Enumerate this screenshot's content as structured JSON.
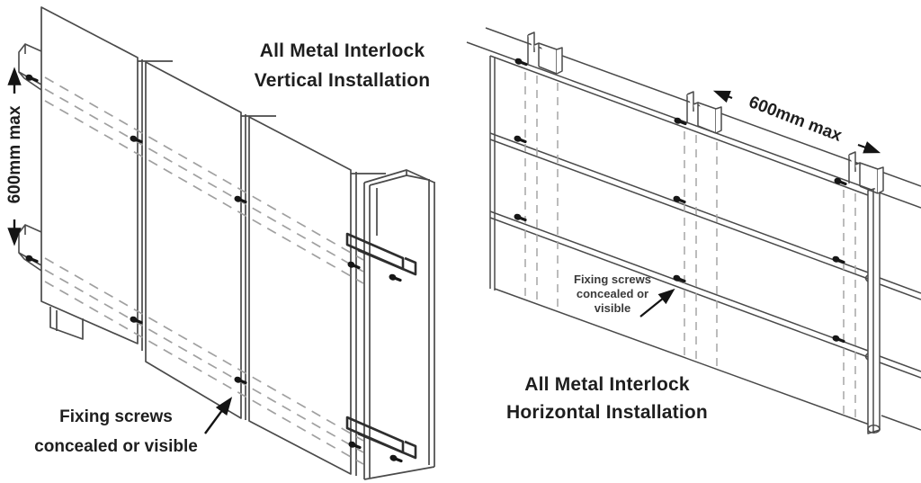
{
  "figure": {
    "left": {
      "title_line1": "All Metal Interlock",
      "title_line2": "Vertical Installation",
      "dimension": "600mm max",
      "note_line1": "Fixing screws",
      "note_line2": "concealed or visible"
    },
    "right": {
      "title_line1": "All Metal Interlock",
      "title_line2": "Horizontal Installation",
      "dimension": "600mm max",
      "note_line1": "Fixing screws",
      "note_line2": "concealed or",
      "note_line3": "visible"
    },
    "colors": {
      "line": "#4a4a4a",
      "dashed": "#a0a0a0",
      "dark": "#1c1c1c",
      "background": "#ffffff"
    }
  }
}
